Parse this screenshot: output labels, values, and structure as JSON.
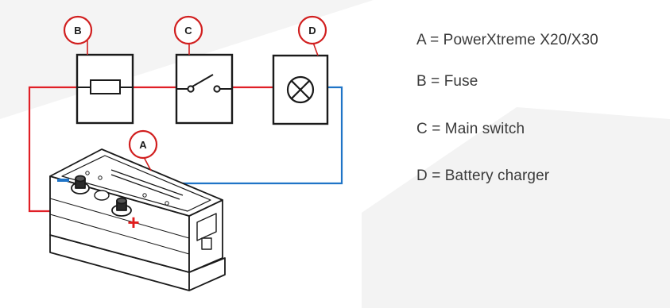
{
  "callouts": {
    "a": "A",
    "b": "B",
    "c": "C",
    "d": "D"
  },
  "legend": [
    {
      "key": "A",
      "text": "A = PowerXtreme X20/X30"
    },
    {
      "key": "B",
      "text": "B = Fuse"
    },
    {
      "key": "C",
      "text": "C = Main switch"
    },
    {
      "key": "D",
      "text": "D = Battery charger"
    }
  ],
  "polarity": {
    "positive": "+",
    "negative": "-"
  },
  "colors": {
    "positive_wire": "#e01f26",
    "negative_wire": "#1f74c7",
    "callout_ring": "#d11f1f",
    "outline": "#1a1a1a",
    "watermark": "#f2f2f2"
  }
}
